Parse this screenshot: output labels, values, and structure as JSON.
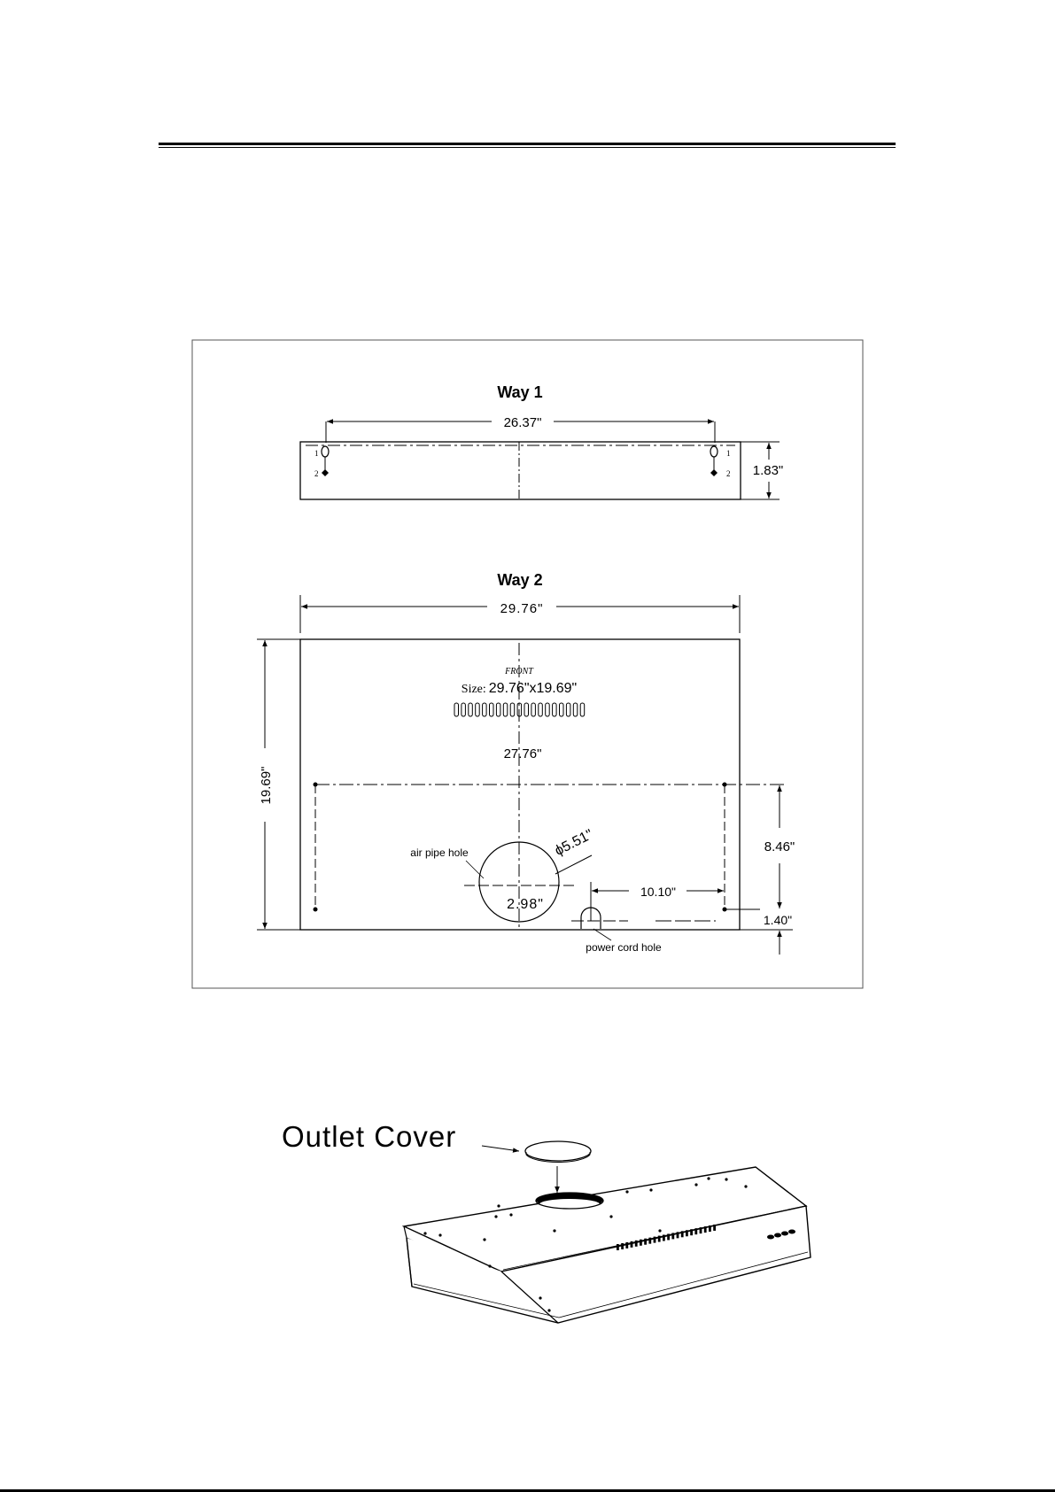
{
  "diagram": {
    "way1": {
      "title": "Way 1",
      "width_label": "26.37\"",
      "height_label": "1.83\"",
      "hole_marks": [
        "1",
        "2"
      ]
    },
    "way2": {
      "title": "Way 2",
      "width_label": "29.76\"",
      "height_label": "19.69\"",
      "front_label": "FRONT",
      "size_prefix": "Size:",
      "size_value": "29.76\"x19.69\"",
      "inner_width_label": "27.76\"",
      "right_height_label": "8.46\"",
      "bottom_offset_label": "1.40\"",
      "pipe_offset_label": "2.98\"",
      "cord_offset_label": "10.10\"",
      "diameter_label": "ϕ5.51\"",
      "air_pipe_label": "air pipe hole",
      "power_cord_label": "power cord hole"
    }
  },
  "outlet": {
    "label": "Outlet Cover"
  }
}
